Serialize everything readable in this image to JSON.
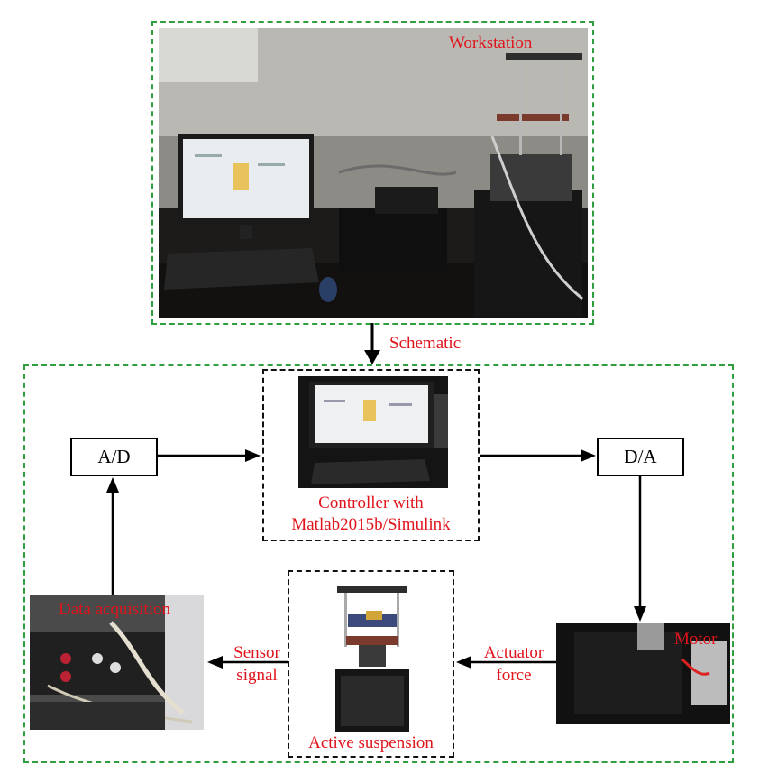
{
  "labels": {
    "workstation": "Workstation",
    "schematic": "Schematic",
    "ad": "A/D",
    "da": "D/A",
    "controller_line1": "Controller with",
    "controller_line2": "Matlab2015b/Simulink",
    "data_acquisition": "Data acquisition",
    "sensor_line1": "Sensor",
    "sensor_line2": "signal",
    "actuator_line1": "Actuator",
    "actuator_line2": "force",
    "motor": "Motor",
    "active_suspension": "Active suspension"
  },
  "colors": {
    "label_red": "#e0141c",
    "dash_green": "#2e9e3e",
    "dash_black": "#111111"
  }
}
